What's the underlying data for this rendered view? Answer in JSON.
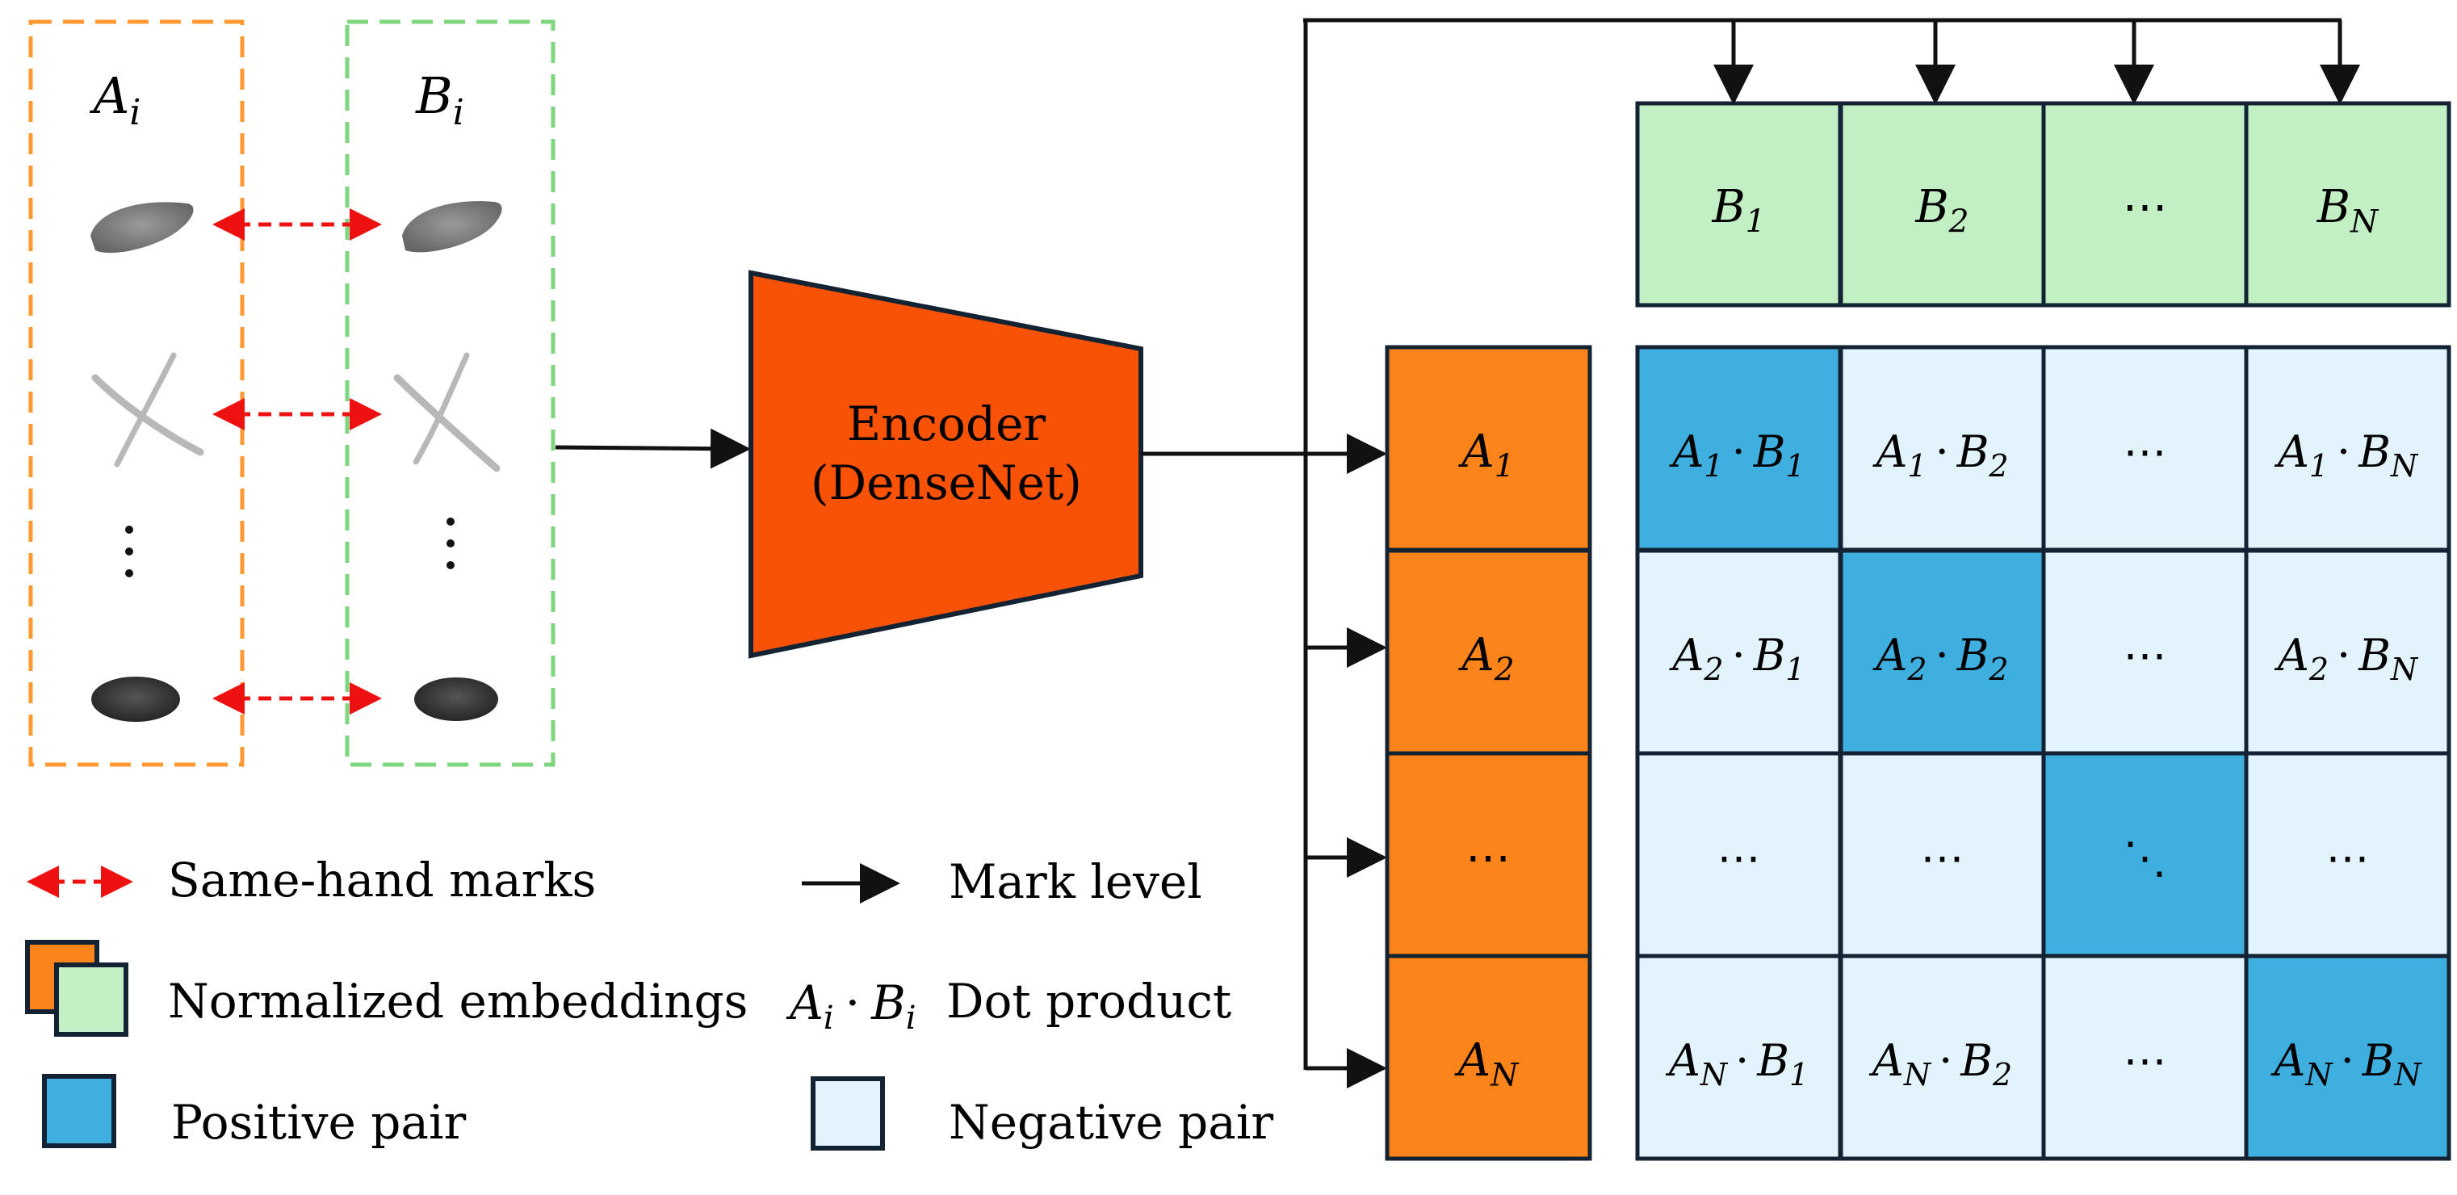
{
  "colors": {
    "orange_dashed": "#ff9933",
    "green_dashed": "#7ed67e",
    "encoder_fill": "#f75205",
    "a_block": "#fa8419",
    "b_block": "#c2efc4",
    "positive": "#3fafdf",
    "negative": "#e3f3fb",
    "red_arrow": "#ee1111",
    "stroke": "#111111"
  },
  "columns": {
    "a_header": {
      "base": "A",
      "sub": "i"
    },
    "b_header": {
      "base": "B",
      "sub": "i"
    },
    "samples": [
      "oval-mark",
      "cross-mark",
      "dots",
      "dark-oval-mark"
    ]
  },
  "encoder": {
    "line1": "Encoder",
    "line2": "(DenseNet)"
  },
  "b_vector": [
    {
      "base": "B",
      "sub": "1"
    },
    {
      "base": "B",
      "sub": "2"
    },
    {
      "text": "⋯"
    },
    {
      "base": "B",
      "sub": "N"
    }
  ],
  "a_vector": [
    {
      "base": "A",
      "sub": "1"
    },
    {
      "base": "A",
      "sub": "2"
    },
    {
      "text": "⋯"
    },
    {
      "base": "A",
      "sub": "N"
    }
  ],
  "matrix": [
    [
      {
        "a": "1",
        "b": "1",
        "positive": true
      },
      {
        "a": "1",
        "b": "2"
      },
      {
        "text": "⋯"
      },
      {
        "a": "1",
        "b": "N"
      }
    ],
    [
      {
        "a": "2",
        "b": "1"
      },
      {
        "a": "2",
        "b": "2",
        "positive": true
      },
      {
        "text": "⋯"
      },
      {
        "a": "2",
        "b": "N"
      }
    ],
    [
      {
        "text": "⋯"
      },
      {
        "text": "⋯"
      },
      {
        "text": "⋱",
        "positive": true
      },
      {
        "text": "⋯"
      }
    ],
    [
      {
        "a": "N",
        "b": "1"
      },
      {
        "a": "N",
        "b": "2"
      },
      {
        "text": "⋯"
      },
      {
        "a": "N",
        "b": "N",
        "positive": true
      }
    ]
  ],
  "legend": {
    "same_hand": "Same-hand marks",
    "mark_level": "Mark level",
    "normalized": "Normalized embeddings",
    "dot_symbol": {
      "a": "A",
      "asub": "i",
      "dot": "·",
      "b": "B",
      "bsub": "i"
    },
    "dot_product": "Dot product",
    "positive": "Positive pair",
    "negative": "Negative pair"
  }
}
